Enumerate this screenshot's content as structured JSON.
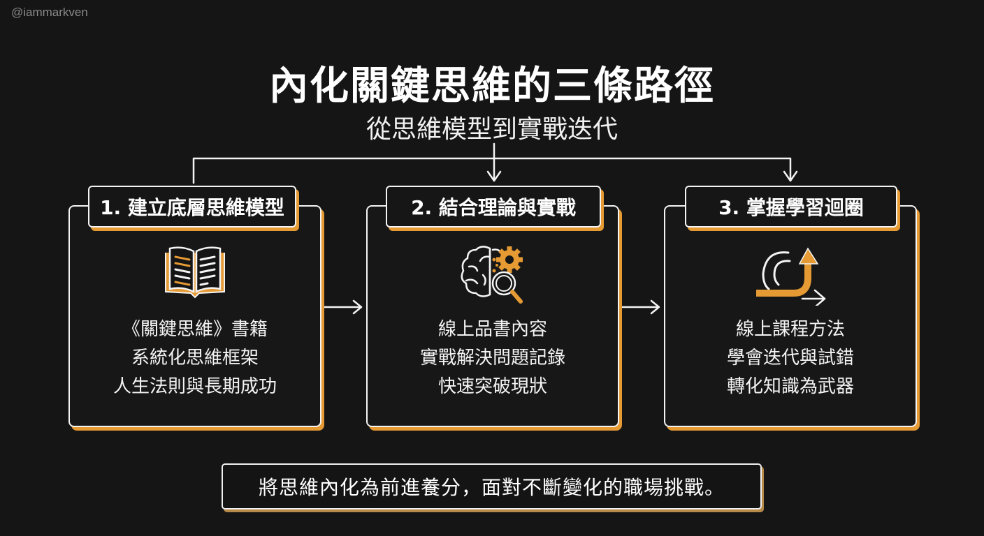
{
  "watermark": "@iammarkven",
  "header": {
    "title": "內化關鍵思維的三條路徑",
    "subtitle": "從思維模型到實戰迭代"
  },
  "paths": [
    {
      "label": "1. 建立底層思維模型",
      "icon": "open-book-icon",
      "lines": [
        "《關鍵思維》書籍",
        "系統化思維框架",
        "人生法則與長期成功"
      ]
    },
    {
      "label": "2. 結合理論與實戰",
      "icon": "brain-gear-magnifier-icon",
      "lines": [
        "線上品書內容",
        "實戰解決問題記錄",
        "快速突破現狀"
      ]
    },
    {
      "label": "3. 掌握學習迴圈",
      "icon": "loop-arrow-icon",
      "lines": [
        "線上課程方法",
        "學會迭代與試錯",
        "轉化知識為武器"
      ]
    }
  ],
  "footer": {
    "text": "將思維內化為前進養分，面對不斷變化的職場挑戰。"
  },
  "colors": {
    "background": "#151515",
    "accent": "#e59a33",
    "stroke": "#f4f4f4"
  }
}
